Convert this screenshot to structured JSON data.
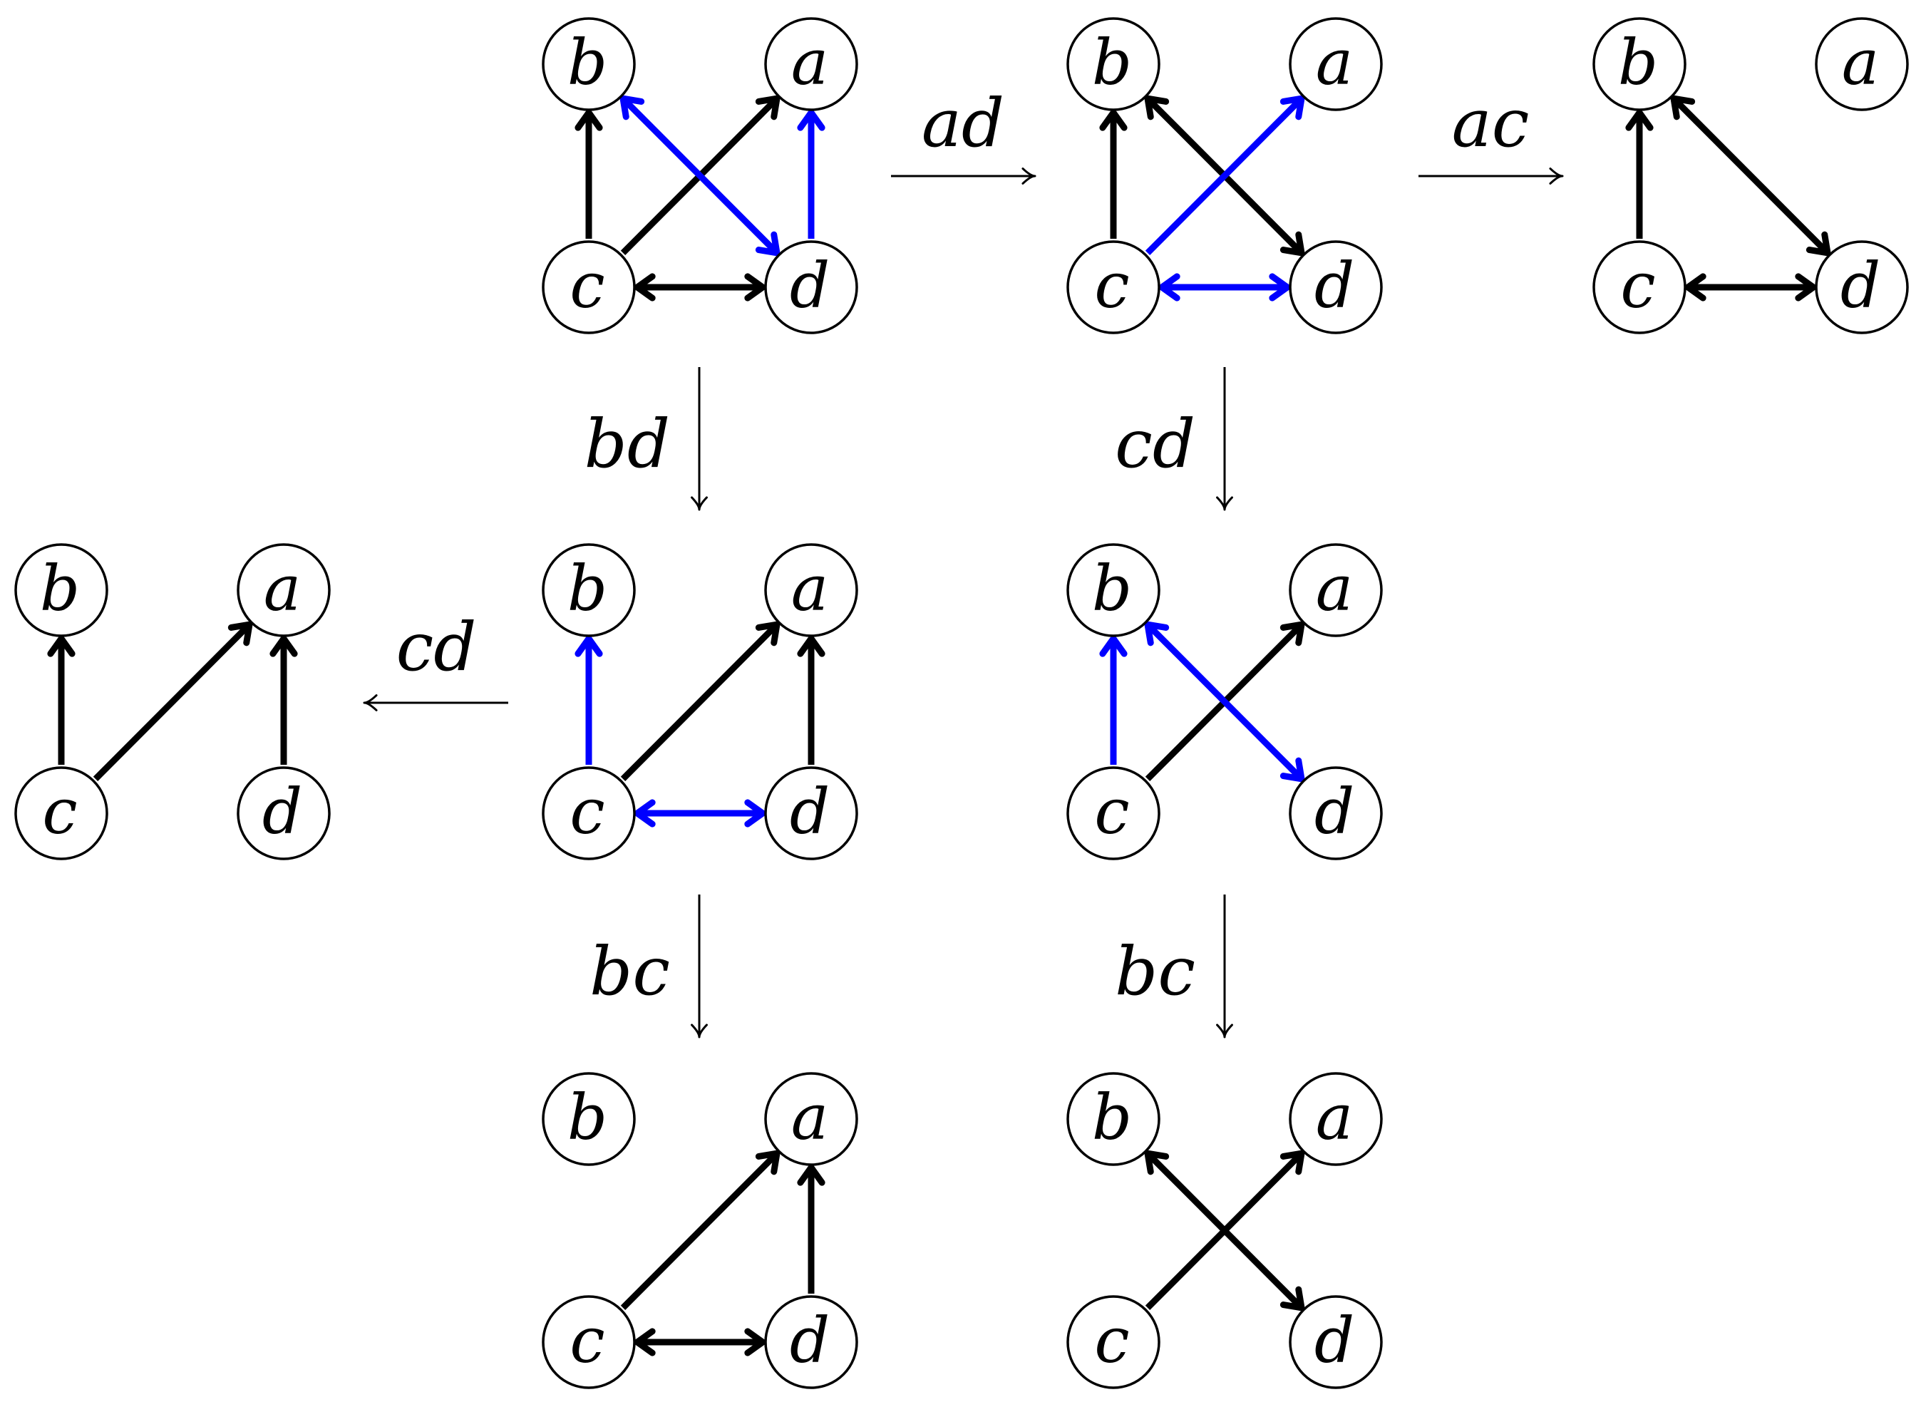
{
  "colors": {
    "default_edge": "#000000",
    "highlight_edge": "#0000ff",
    "node_stroke": "#000000",
    "node_fill": "#ffffff"
  },
  "graphs": [
    {
      "id": "g1",
      "nodes": {
        "b": "b",
        "a": "a",
        "c": "c",
        "d": "d"
      },
      "edges": [
        {
          "from": "c",
          "to": "b",
          "type": "directed",
          "color": "black"
        },
        {
          "from": "c",
          "to": "a",
          "type": "directed",
          "color": "black"
        },
        {
          "from": "c",
          "to": "d",
          "type": "bidirected",
          "color": "black"
        },
        {
          "from": "b",
          "to": "d",
          "type": "bidirected",
          "color": "blue"
        },
        {
          "from": "d",
          "to": "a",
          "type": "directed",
          "color": "blue"
        }
      ]
    },
    {
      "id": "g2",
      "nodes": {
        "b": "b",
        "a": "a",
        "c": "c",
        "d": "d"
      },
      "edges": [
        {
          "from": "c",
          "to": "b",
          "type": "directed",
          "color": "black"
        },
        {
          "from": "b",
          "to": "d",
          "type": "bidirected",
          "color": "black"
        },
        {
          "from": "c",
          "to": "a",
          "type": "directed",
          "color": "blue"
        },
        {
          "from": "c",
          "to": "d",
          "type": "bidirected",
          "color": "blue"
        }
      ]
    },
    {
      "id": "g3",
      "nodes": {
        "b": "b",
        "a": "a",
        "c": "c",
        "d": "d"
      },
      "edges": [
        {
          "from": "c",
          "to": "b",
          "type": "directed",
          "color": "black"
        },
        {
          "from": "b",
          "to": "d",
          "type": "bidirected",
          "color": "black"
        },
        {
          "from": "c",
          "to": "d",
          "type": "bidirected",
          "color": "black"
        }
      ]
    },
    {
      "id": "g4",
      "nodes": {
        "b": "b",
        "a": "a",
        "c": "c",
        "d": "d"
      },
      "edges": [
        {
          "from": "c",
          "to": "b",
          "type": "directed",
          "color": "black"
        },
        {
          "from": "c",
          "to": "a",
          "type": "directed",
          "color": "black"
        },
        {
          "from": "d",
          "to": "a",
          "type": "directed",
          "color": "black"
        }
      ]
    },
    {
      "id": "g5",
      "nodes": {
        "b": "b",
        "a": "a",
        "c": "c",
        "d": "d"
      },
      "edges": [
        {
          "from": "c",
          "to": "b",
          "type": "directed",
          "color": "blue"
        },
        {
          "from": "c",
          "to": "a",
          "type": "directed",
          "color": "black"
        },
        {
          "from": "d",
          "to": "a",
          "type": "directed",
          "color": "black"
        },
        {
          "from": "c",
          "to": "d",
          "type": "bidirected",
          "color": "blue"
        }
      ]
    },
    {
      "id": "g6",
      "nodes": {
        "b": "b",
        "a": "a",
        "c": "c",
        "d": "d"
      },
      "edges": [
        {
          "from": "c",
          "to": "b",
          "type": "directed",
          "color": "blue"
        },
        {
          "from": "c",
          "to": "a",
          "type": "directed",
          "color": "black"
        },
        {
          "from": "b",
          "to": "d",
          "type": "bidirected",
          "color": "blue"
        }
      ]
    },
    {
      "id": "g7",
      "nodes": {
        "b": "b",
        "a": "a",
        "c": "c",
        "d": "d"
      },
      "edges": [
        {
          "from": "c",
          "to": "a",
          "type": "directed",
          "color": "black"
        },
        {
          "from": "d",
          "to": "a",
          "type": "directed",
          "color": "black"
        },
        {
          "from": "c",
          "to": "d",
          "type": "bidirected",
          "color": "black"
        }
      ]
    },
    {
      "id": "g8",
      "nodes": {
        "b": "b",
        "a": "a",
        "c": "c",
        "d": "d"
      },
      "edges": [
        {
          "from": "c",
          "to": "a",
          "type": "directed",
          "color": "black"
        },
        {
          "from": "b",
          "to": "d",
          "type": "bidirected",
          "color": "black"
        }
      ]
    }
  ],
  "transitions": [
    {
      "id": "t1",
      "from": "g1",
      "to": "g2",
      "label": "ad"
    },
    {
      "id": "t2",
      "from": "g2",
      "to": "g3",
      "label": "ac"
    },
    {
      "id": "t3",
      "from": "g1",
      "to": "g5",
      "label": "bd"
    },
    {
      "id": "t4",
      "from": "g2",
      "to": "g6",
      "label": "cd"
    },
    {
      "id": "t5",
      "from": "g5",
      "to": "g4",
      "label": "cd"
    },
    {
      "id": "t6",
      "from": "g5",
      "to": "g7",
      "label": "bc"
    },
    {
      "id": "t7",
      "from": "g6",
      "to": "g8",
      "label": "bc"
    }
  ]
}
